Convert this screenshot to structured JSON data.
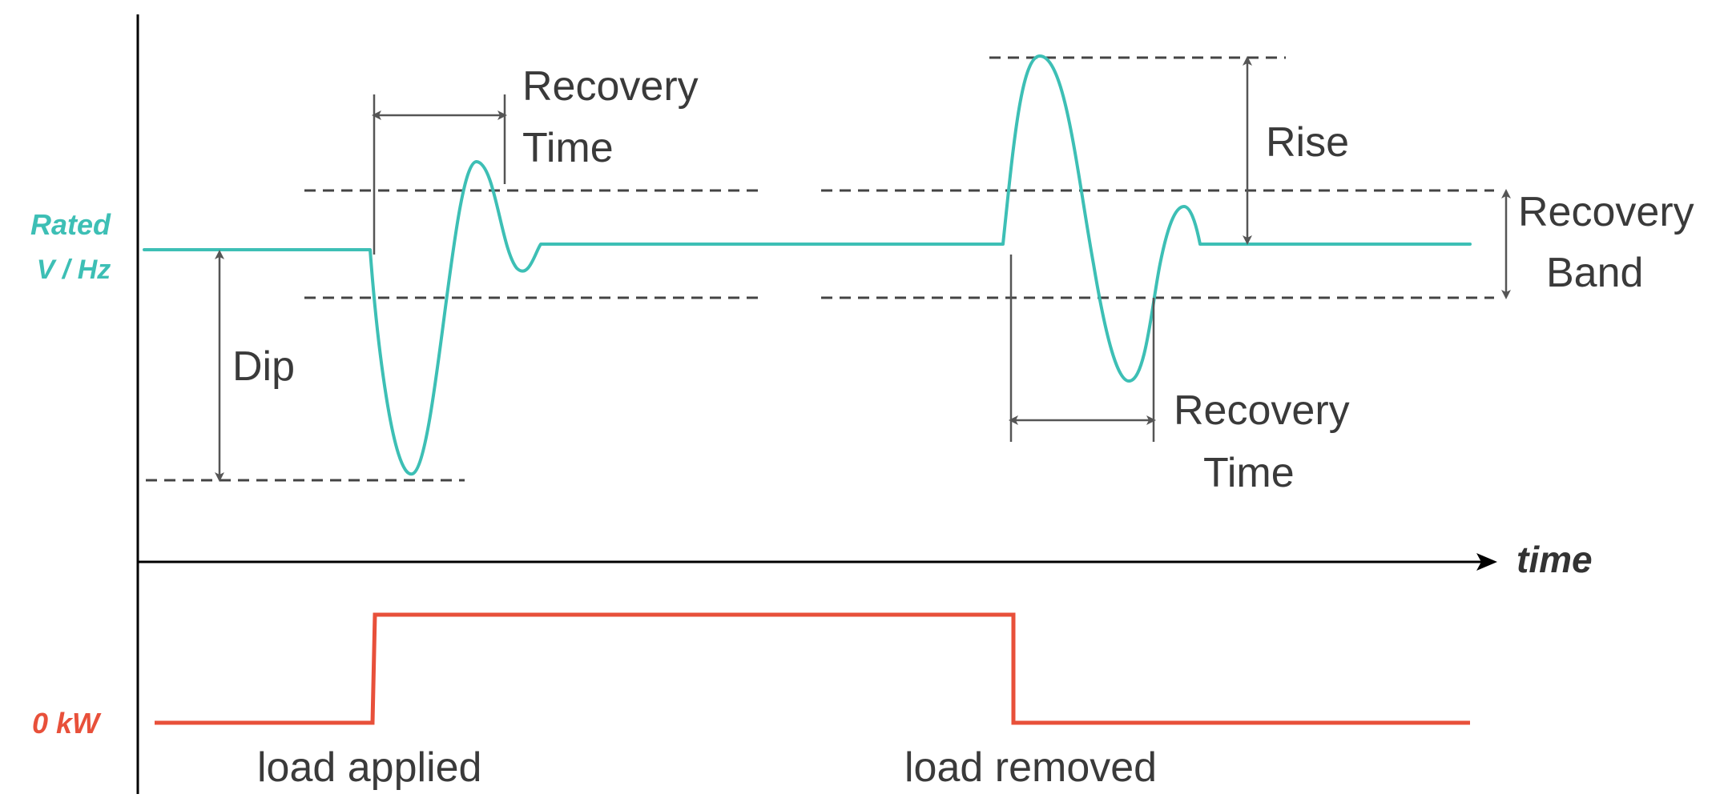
{
  "labels": {
    "rated_line1": "Rated",
    "rated_line2": "V / Hz",
    "zero_kw": "0 kW",
    "time_axis": "time",
    "dip": "Dip",
    "recovery_time_1_line1": "Recovery",
    "recovery_time_1_line2": "Time",
    "recovery_time_2_line1": "Recovery",
    "recovery_time_2_line2": "Time",
    "rise": "Rise",
    "recovery_band_line1": "Recovery",
    "recovery_band_line2": "Band",
    "load_applied": "load applied",
    "load_removed": "load removed"
  },
  "colors": {
    "voltage_trace": "#3dbfb5",
    "load_trace": "#e8503a",
    "rated_label": "#3dbfb5",
    "zero_kw_label": "#e8503a",
    "axis": "#000000",
    "text": "#3a3a3a"
  }
}
